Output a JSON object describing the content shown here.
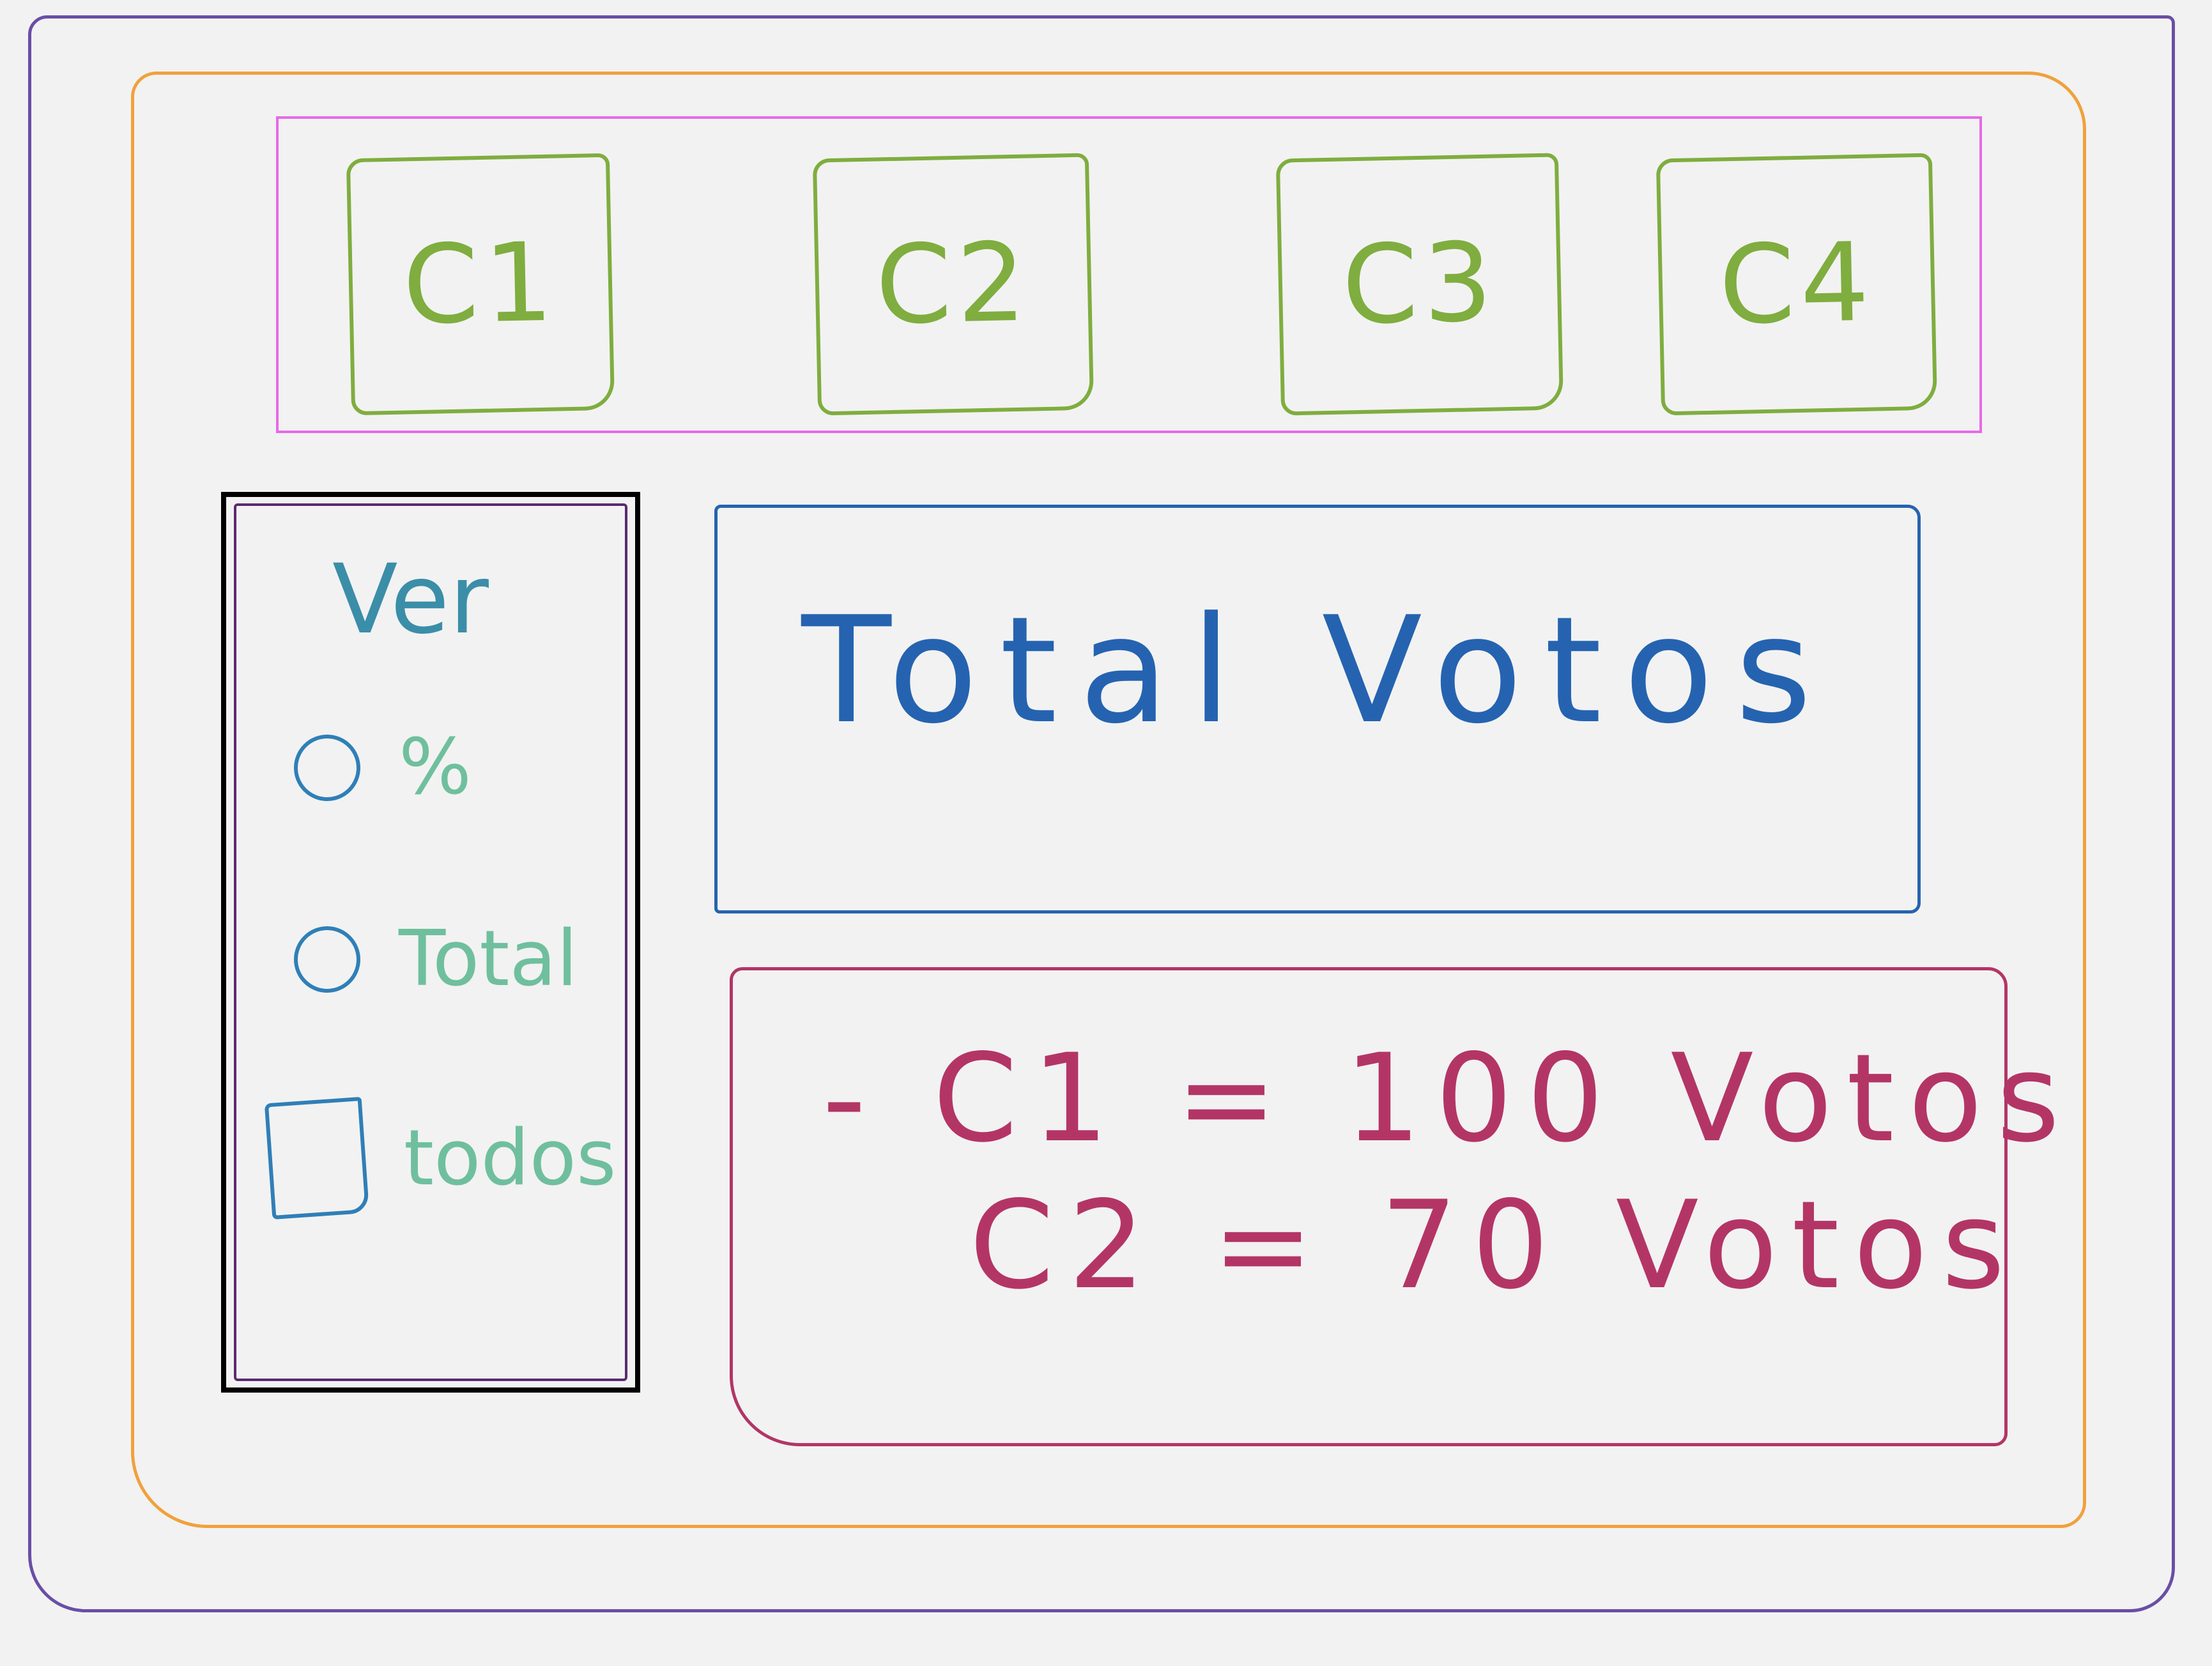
{
  "candidates": [
    {
      "label": "C1"
    },
    {
      "label": "C2"
    },
    {
      "label": "C3"
    },
    {
      "label": "C4"
    }
  ],
  "options_panel": {
    "title": "Ver",
    "options": [
      {
        "label": "%",
        "control": "radio"
      },
      {
        "label": "Total",
        "control": "radio"
      },
      {
        "label": "todos",
        "control": "checkbox"
      }
    ]
  },
  "total_box": {
    "title": "Total Votos"
  },
  "results": [
    {
      "text": "- C1 = 100 Votos"
    },
    {
      "text": "C2 = 70 Votos"
    }
  ],
  "colors": {
    "outer_frame": "#6a4ea6",
    "inner_frame": "#f0a13c",
    "candidate_bar": "#e66ae8",
    "candidate": "#7fad3f",
    "total_box": "#2563b0",
    "results": "#b33566",
    "options_border": "#000000"
  }
}
